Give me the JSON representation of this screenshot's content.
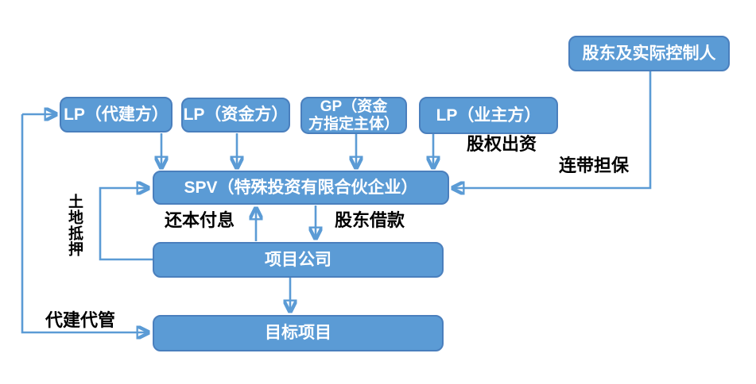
{
  "diagram": {
    "title": "SPV investment structure diagram",
    "colors": {
      "background": "#ffffff",
      "node_fill": "#5b9bd5",
      "node_border": "#4a7fbd",
      "node_text": "#ffffff",
      "arrow": "#5b9bd5",
      "label_text": "#000000"
    },
    "nodes": {
      "shareholder_controller": {
        "label": "股东及实际控制人"
      },
      "lp_agent_builder": {
        "label": "LP（代建方）"
      },
      "lp_funder": {
        "label": "LP（资金方）"
      },
      "gp_designated_entity": {
        "label": "GP（资金\n方指定主体）"
      },
      "lp_owner": {
        "label": "LP（业主方）"
      },
      "spv": {
        "label": "SPV（特殊投资有限合伙企业）"
      },
      "project_company": {
        "label": "项目公司"
      },
      "target_project": {
        "label": "目标项目"
      }
    },
    "edge_labels": {
      "equity_contribution": "股权出资",
      "joint_guarantee": "连带担保",
      "repay_principal_and_interest": "还本付息",
      "shareholder_loan": "股东借款",
      "land_mortgage": "土地抵押",
      "agency_construction_management": "代建代管"
    }
  }
}
